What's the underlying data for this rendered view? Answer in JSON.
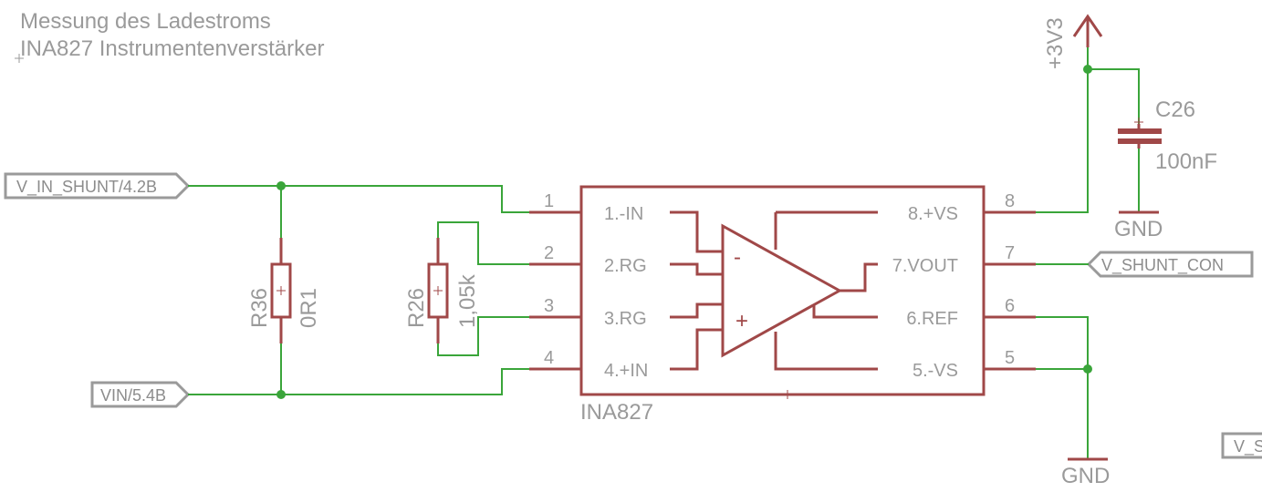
{
  "title": {
    "line1": "Messung des Ladestroms",
    "line2": "INA827 Instrumentenverstärker"
  },
  "power": {
    "supply_label": "+3V3",
    "gnd_top": "GND",
    "gnd_bottom": "GND"
  },
  "capacitor": {
    "name": "C26",
    "value": "100nF"
  },
  "resistors": {
    "r36_name": "R36",
    "r36_value": "0R1",
    "r26_name": "R26",
    "r26_value": "1,05k"
  },
  "ic": {
    "name": "INA827",
    "pins_left": [
      "1.-IN",
      "2.RG",
      "3.RG",
      "4.+IN"
    ],
    "pins_right": [
      "8.+VS",
      "7.VOUT",
      "6.REF",
      "5.-VS"
    ],
    "pin_numbers_left": [
      "1",
      "2",
      "3",
      "4"
    ],
    "pin_numbers_right": [
      "8",
      "7",
      "6",
      "5"
    ],
    "opamp_minus": "-",
    "opamp_plus": "+"
  },
  "nets": {
    "in_shunt": "V_IN_SHUNT/4.2B",
    "vin": "VIN/5.4B",
    "shunt_con": "V_SHUNT_CON",
    "cut_off": "V_S"
  },
  "colors": {
    "wire": "#3aa53a",
    "component": "#a04848",
    "text": "#9a9a9a",
    "background": "#ffffff"
  }
}
